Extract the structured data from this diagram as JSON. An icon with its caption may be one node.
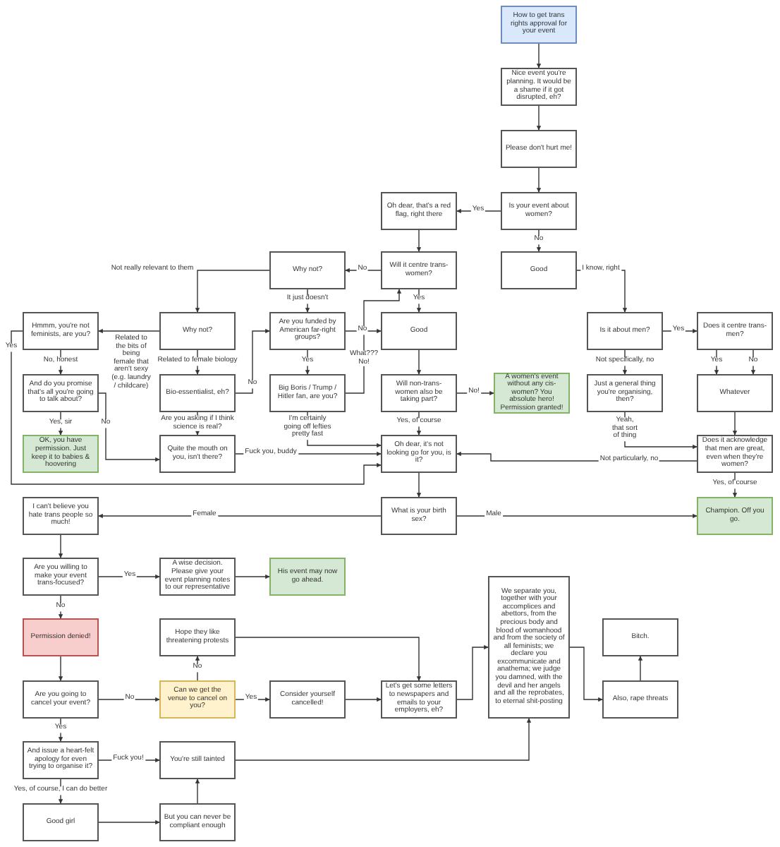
{
  "diagram": {
    "nodes": [
      {
        "text": [
          "How to get trans rights approval for your event"
        ]
      },
      {
        "text": [
          "Nice event you're planning. It would be a shame if it got disrupted, eh?"
        ]
      },
      {
        "text": [
          "Please don't hurt me!"
        ]
      },
      {
        "text": [
          "Is your event about women?"
        ]
      },
      {
        "text": [
          "Oh dear, that's a red flag, right there"
        ]
      },
      {
        "text": [
          "Will it centre trans-women?"
        ]
      },
      {
        "text": [
          "Why not?"
        ]
      },
      {
        "text": [
          "Good"
        ]
      },
      {
        "text": [
          "Why not?"
        ]
      },
      {
        "text": [
          "Hmmm, you're not feminists, are you?"
        ]
      },
      {
        "text": [
          "Are you funded by American far-right groups?"
        ]
      },
      {
        "text": [
          "Good"
        ]
      },
      {
        "text": [
          "Is it about men?"
        ]
      },
      {
        "text": [
          "Does it centre trans-men?"
        ]
      },
      {
        "text": [
          "And do you promise that's all you're going to talk about?"
        ]
      },
      {
        "text": [
          "Bio-essentialist, eh?"
        ]
      },
      {
        "text": [
          "Big Boris / Trump / Hitler fan, are you?"
        ]
      },
      {
        "text": [
          "Will non-trans-women also be taking part?"
        ]
      },
      {
        "text": [
          "A women's event without any cis-women? You absolute hero! Permission granted!"
        ]
      },
      {
        "text": [
          "Just a general thing you're organising, then?"
        ]
      },
      {
        "text": [
          "Whatever"
        ]
      },
      {
        "text": [
          "OK, you have permission. Just keep it to babies & hoovering"
        ]
      },
      {
        "text": [
          "Quite the mouth on you, isn't there?"
        ]
      },
      {
        "text": [
          "Oh dear, it's not looking go for you, is it?"
        ]
      },
      {
        "text": [
          "Does it acknowledge that men are great, even when they're women?"
        ]
      },
      {
        "text": [
          "What is your birth sex?"
        ]
      },
      {
        "text": [
          "Champion. Off you go."
        ]
      },
      {
        "text": [
          "I can't believe you hate trans people so much!"
        ]
      },
      {
        "text": [
          "Are you willing to make your event trans-focused?"
        ]
      },
      {
        "text": [
          "A wise decision. Please give your event planning notes to our representative"
        ]
      },
      {
        "text": [
          "His event may now go ahead."
        ]
      },
      {
        "text": [
          "Permission denied!"
        ]
      },
      {
        "text": [
          "Hope they like threatening protests"
        ]
      },
      {
        "text": [
          "Are you going to cancel your event?"
        ]
      },
      {
        "text": [
          "Can we get the venue to cancel on you?"
        ]
      },
      {
        "text": [
          "Consider yourself cancelled!"
        ]
      },
      {
        "text": [
          "Let's get some letters to newspapers and emails to your employers, eh?"
        ]
      },
      {
        "text": [
          "We separate you, together with your accomplices and abettors, from the precious body and blood of womanhood and from the society of all feminists; we declare you excommunicate and anathema; we judge you damned, with the devil and her angels and all the reprobates, to eternal shit-posting"
        ]
      },
      {
        "text": [
          "Bitch."
        ]
      },
      {
        "text": [
          "Also, rape threats"
        ]
      },
      {
        "text": [
          "And issue a heart-felt apology for even trying to organise it?"
        ]
      },
      {
        "text": [
          "You're still tainted"
        ]
      },
      {
        "text": [
          "Good girl"
        ]
      },
      {
        "text": [
          "But you can never be compliant enough"
        ]
      }
    ],
    "edges": [
      {
        "from": 0,
        "to": 1,
        "arrow": "to"
      },
      {
        "from": 1,
        "to": 2,
        "arrow": "to"
      },
      {
        "from": 2,
        "to": 3,
        "arrow": "to"
      },
      {
        "from": 3,
        "to": 4,
        "label": "Yes",
        "arrow": "to"
      },
      {
        "from": 3,
        "to": 7,
        "label": "No",
        "arrow": "to"
      },
      {
        "from": 4,
        "to": 5,
        "arrow": "to"
      },
      {
        "from": 5,
        "to": 6,
        "label": "No",
        "arrow": "to"
      },
      {
        "from": 5,
        "to": 11,
        "label": "Yes",
        "arrow": "to"
      },
      {
        "from": 6,
        "to": 8,
        "label": "Not really relevant to them",
        "arrow": "to"
      },
      {
        "from": 8,
        "to": 9,
        "label": "Related to the bits of being female that aren't sexy (e.g. laundry / childcare)",
        "arrow": "to"
      },
      {
        "from": 8,
        "to": 15,
        "label": "Related to female biology",
        "arrow": "to"
      },
      {
        "from": 9,
        "to": 14,
        "label": "No, honest",
        "arrow": "to"
      },
      {
        "from": 9,
        "to": 23,
        "label": "Yes",
        "arrow": "to"
      },
      {
        "from": 14,
        "to": 21,
        "label": "Yes, sir",
        "arrow": "to"
      },
      {
        "from": 14,
        "to": 22,
        "label": "No",
        "arrow": "to"
      },
      {
        "from": 15,
        "to": 10,
        "label": "No",
        "arrow": "to"
      },
      {
        "from": 15,
        "to": 22,
        "label": "Are you asking if I think science is real?",
        "arrow": "to"
      },
      {
        "from": 6,
        "to": 10,
        "label": "It just doesn't",
        "arrow": "to"
      },
      {
        "from": 10,
        "to": 11,
        "label": "No",
        "arrow": "to"
      },
      {
        "from": 10,
        "to": 16,
        "label": "Yes",
        "arrow": "to"
      },
      {
        "from": 16,
        "to": 5,
        "label": "What??? No!",
        "arrow": "to"
      },
      {
        "from": 16,
        "to": 23,
        "label": "I'm certainly going off lefties pretty fast",
        "arrow": "to"
      },
      {
        "from": 22,
        "to": 23,
        "label": "Fuck you, buddy",
        "arrow": "to"
      },
      {
        "from": 11,
        "to": 17,
        "arrow": "to"
      },
      {
        "from": 17,
        "to": 18,
        "label": "No!",
        "arrow": "to"
      },
      {
        "from": 17,
        "to": 23,
        "label": "Yes, of course",
        "arrow": "to"
      },
      {
        "from": 7,
        "to": 12,
        "label": "I know, right",
        "arrow": "to"
      },
      {
        "from": 12,
        "to": 13,
        "label": "Yes",
        "arrow": "to"
      },
      {
        "from": 12,
        "to": 19,
        "label": "Not specifically, no",
        "arrow": "to"
      },
      {
        "from": 13,
        "to": 20,
        "label": "Yes",
        "arrow": "to"
      },
      {
        "from": 13,
        "to": 20,
        "label": "No",
        "arrow": "to"
      },
      {
        "from": 19,
        "to": 24,
        "label": "Yeah, that sort of thing",
        "arrow": "to"
      },
      {
        "from": 20,
        "to": 24,
        "arrow": "to"
      },
      {
        "from": 24,
        "to": 23,
        "label": "Not particularly, no",
        "arrow": "to"
      },
      {
        "from": 24,
        "to": 26,
        "label": "Yes, of course",
        "arrow": "to"
      },
      {
        "from": 23,
        "to": 25,
        "arrow": "to"
      },
      {
        "from": 25,
        "to": 27,
        "label": "Female",
        "arrow": "to"
      },
      {
        "from": 25,
        "to": 26,
        "label": "Male",
        "arrow": "to"
      },
      {
        "from": 27,
        "to": 28,
        "arrow": "to"
      },
      {
        "from": 28,
        "to": 29,
        "label": "Yes",
        "arrow": "to"
      },
      {
        "from": 29,
        "to": 30,
        "arrow": "to"
      },
      {
        "from": 28,
        "to": 31,
        "label": "No",
        "arrow": "to"
      },
      {
        "from": 31,
        "to": 33,
        "arrow": "to"
      },
      {
        "from": 33,
        "to": 34,
        "label": "No",
        "arrow": "to"
      },
      {
        "from": 34,
        "to": 32,
        "label": "No",
        "arrow": "to"
      },
      {
        "from": 34,
        "to": 35,
        "label": "Yes",
        "arrow": "to"
      },
      {
        "from": 32,
        "to": 36,
        "arrow": "to"
      },
      {
        "from": 35,
        "to": 36,
        "arrow": "to"
      },
      {
        "from": 36,
        "to": 37,
        "arrow": "to"
      },
      {
        "from": 37,
        "to": 39,
        "arrow": "to"
      },
      {
        "from": 39,
        "to": 38,
        "arrow": "to"
      },
      {
        "from": 33,
        "to": 40,
        "label": "Yes",
        "arrow": "to"
      },
      {
        "from": 40,
        "to": 41,
        "label": "Fuck you!",
        "arrow": "to"
      },
      {
        "from": 40,
        "to": 42,
        "label": "Yes, of course, I can do better",
        "arrow": "to"
      },
      {
        "from": 42,
        "to": 43,
        "arrow": "to"
      },
      {
        "from": 43,
        "to": 41,
        "arrow": "to"
      },
      {
        "from": 41,
        "to": 37,
        "arrow": "to"
      }
    ]
  }
}
